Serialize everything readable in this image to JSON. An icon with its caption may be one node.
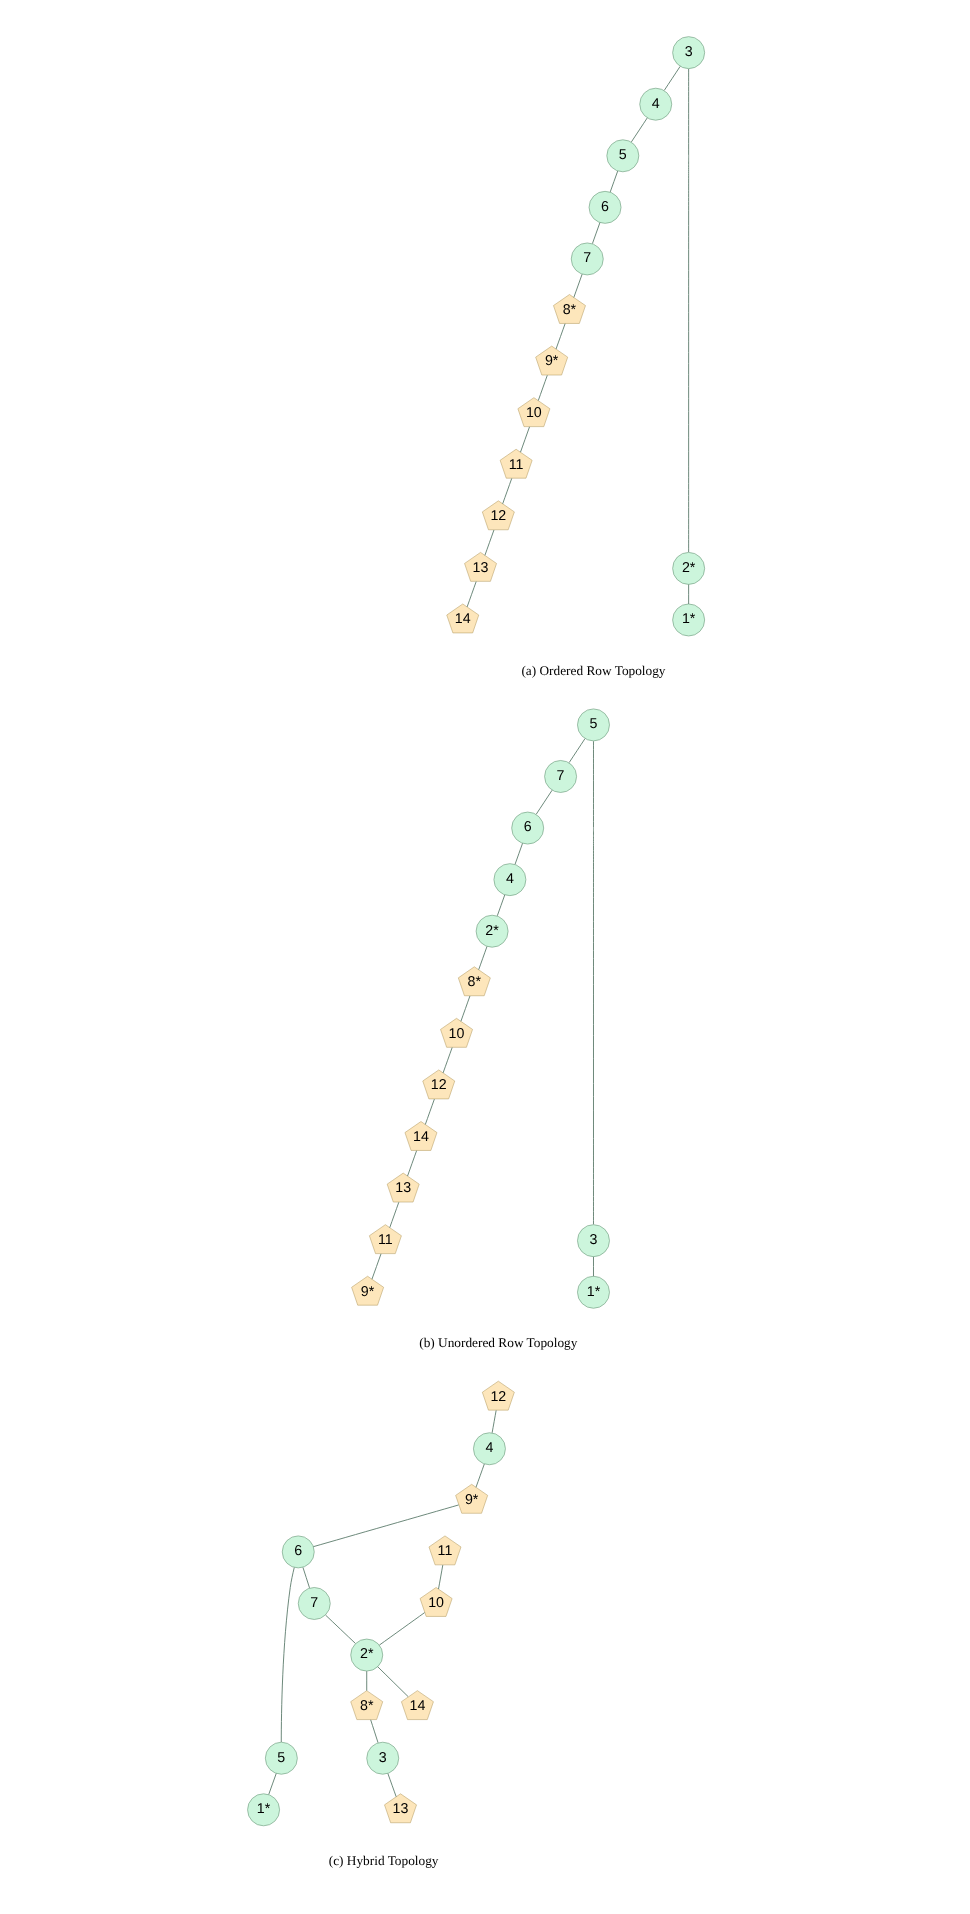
{
  "diagram": {
    "nodes": [
      {
        "text": [
          "3"
        ]
      },
      {
        "text": [
          "4"
        ]
      },
      {
        "text": [
          "5"
        ]
      },
      {
        "text": [
          "6"
        ]
      },
      {
        "text": [
          "2*"
        ]
      },
      {
        "text": [
          "7"
        ]
      },
      {
        "text": [
          "8*"
        ]
      },
      {
        "text": [
          "9*"
        ]
      },
      {
        "text": [
          "10"
        ]
      },
      {
        "text": [
          "14"
        ]
      },
      {
        "text": [
          "1*"
        ]
      },
      {
        "text": [
          "11"
        ]
      },
      {
        "text": [
          "12"
        ]
      },
      {
        "text": [
          "13"
        ]
      },
      {
        "text": [
          "5"
        ]
      },
      {
        "text": [
          "7"
        ]
      },
      {
        "text": [
          "6"
        ]
      },
      {
        "text": [
          "4"
        ]
      },
      {
        "text": [
          "3"
        ]
      },
      {
        "text": [
          "2*"
        ]
      },
      {
        "text": [
          "8*"
        ]
      },
      {
        "text": [
          "10"
        ]
      },
      {
        "text": [
          "12"
        ]
      },
      {
        "text": [
          "9*"
        ]
      },
      {
        "text": [
          "1*"
        ]
      },
      {
        "text": [
          "14"
        ]
      },
      {
        "text": [
          "13"
        ]
      },
      {
        "text": [
          "11"
        ]
      },
      {
        "text": [
          "12"
        ]
      },
      {
        "text": [
          "4"
        ]
      },
      {
        "text": [
          "9*"
        ]
      },
      {
        "text": [
          "1*"
        ]
      },
      {
        "text": [
          "6"
        ]
      },
      {
        "text": [
          "5"
        ]
      },
      {
        "text": [
          "11"
        ]
      },
      {
        "text": [
          "10"
        ]
      },
      {
        "text": [
          "7"
        ]
      },
      {
        "text": [
          "2*"
        ]
      },
      {
        "text": [
          "8*"
        ]
      },
      {
        "text": [
          "3"
        ]
      },
      {
        "text": [
          "14"
        ]
      },
      {
        "text": [
          "13"
        ]
      }
    ],
    "edges": [
      {
        "from": 0,
        "to": 1,
        "arrow": "none"
      },
      {
        "from": 1,
        "to": 2,
        "arrow": "none"
      },
      {
        "from": 2,
        "to": 3,
        "arrow": "none"
      },
      {
        "from": 0,
        "to": 4,
        "arrow": "none"
      },
      {
        "from": 4,
        "to": 10,
        "arrow": "none"
      },
      {
        "from": 3,
        "to": 5,
        "arrow": "none"
      },
      {
        "from": 5,
        "to": 6,
        "arrow": "none"
      },
      {
        "from": 6,
        "to": 7,
        "arrow": "none"
      },
      {
        "from": 7,
        "to": 8,
        "arrow": "none"
      },
      {
        "from": 8,
        "to": 11,
        "arrow": "none"
      },
      {
        "from": 11,
        "to": 12,
        "arrow": "none"
      },
      {
        "from": 12,
        "to": 13,
        "arrow": "none"
      },
      {
        "from": 13,
        "to": 9,
        "arrow": "none"
      },
      {
        "from": 14,
        "to": 15,
        "arrow": "none"
      },
      {
        "from": 15,
        "to": 16,
        "arrow": "none"
      },
      {
        "from": 16,
        "to": 17,
        "arrow": "none"
      },
      {
        "from": 14,
        "to": 18,
        "arrow": "none"
      },
      {
        "from": 18,
        "to": 24,
        "arrow": "none"
      },
      {
        "from": 17,
        "to": 19,
        "arrow": "none"
      },
      {
        "from": 19,
        "to": 20,
        "arrow": "none"
      },
      {
        "from": 20,
        "to": 21,
        "arrow": "none"
      },
      {
        "from": 21,
        "to": 22,
        "arrow": "none"
      },
      {
        "from": 22,
        "to": 25,
        "arrow": "none"
      },
      {
        "from": 25,
        "to": 26,
        "arrow": "none"
      },
      {
        "from": 26,
        "to": 27,
        "arrow": "none"
      },
      {
        "from": 27,
        "to": 23,
        "arrow": "none"
      },
      {
        "from": 28,
        "to": 29,
        "arrow": "none"
      },
      {
        "from": 29,
        "to": 30,
        "arrow": "none"
      },
      {
        "from": 30,
        "to": 32,
        "arrow": "none"
      },
      {
        "from": 32,
        "to": 33,
        "arrow": "none"
      },
      {
        "from": 33,
        "to": 31,
        "arrow": "none"
      },
      {
        "from": 32,
        "to": 36,
        "arrow": "none"
      },
      {
        "from": 36,
        "to": 37,
        "arrow": "none"
      },
      {
        "from": 34,
        "to": 35,
        "arrow": "none"
      },
      {
        "from": 35,
        "to": 37,
        "arrow": "none"
      },
      {
        "from": 37,
        "to": 40,
        "arrow": "none"
      },
      {
        "from": 37,
        "to": 38,
        "arrow": "none"
      },
      {
        "from": 38,
        "to": 39,
        "arrow": "none"
      },
      {
        "from": 39,
        "to": 41,
        "arrow": "none"
      }
    ],
    "labels": [
      "(a) Ordered Row Topology",
      "(b) Unordered Row Topology",
      "(c) Hybrid Topology"
    ]
  }
}
